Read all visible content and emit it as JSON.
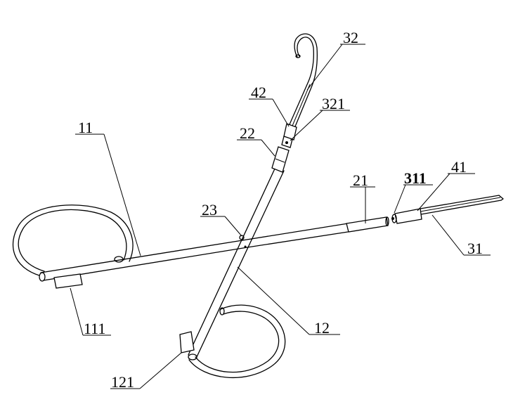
{
  "labels": {
    "l11": "11",
    "l111": "111",
    "l12": "12",
    "l121": "121",
    "l21": "21",
    "l22": "22",
    "l23": "23",
    "l31": "31",
    "l311": "311",
    "l32": "32",
    "l321": "321",
    "l41": "41",
    "l42": "42"
  }
}
